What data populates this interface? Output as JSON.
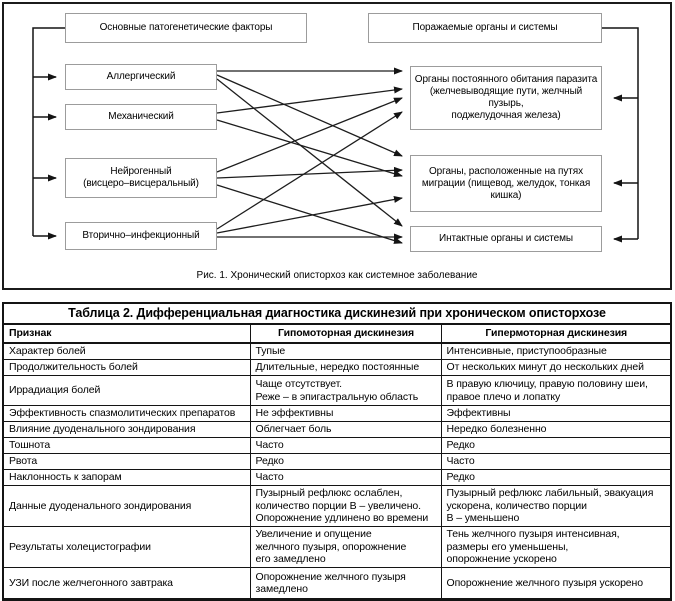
{
  "figure": {
    "caption": "Рис. 1. Хронический описторхоз как системное заболевание",
    "left_header": "Основные патогенетические факторы",
    "right_header": "Поражаемые органы и системы",
    "factors": [
      {
        "label": "Аллергический"
      },
      {
        "label": "Механический"
      },
      {
        "label": "Нейрогенный\n(висцеро–висцеральный)"
      },
      {
        "label": "Вторично–инфекционный"
      }
    ],
    "organs": [
      {
        "label": "Органы постоянного обитания паразита\n(желчевыводящие пути, желчный пузырь,\nподжелудочная железа)"
      },
      {
        "label": "Органы, расположенные на путях\nмиграции (пищевод, желудок, тонкая\nкишка)"
      },
      {
        "label": "Интактные органы и системы"
      }
    ],
    "connections": [
      {
        "from": "Аллергический",
        "to": "Органы постоянного обитания паразита"
      },
      {
        "from": "Аллергический",
        "to": "Органы, расположенные на путях миграции"
      },
      {
        "from": "Аллергический",
        "to": "Интактные органы и системы"
      },
      {
        "from": "Механический",
        "to": "Органы постоянного обитания паразита"
      },
      {
        "from": "Механический",
        "to": "Органы, расположенные на путях миграции"
      },
      {
        "from": "Нейрогенный (висцеро–висцеральный)",
        "to": "Органы постоянного обитания паразита"
      },
      {
        "from": "Нейрогенный (висцеро–висцеральный)",
        "to": "Органы, расположенные на путях миграции"
      },
      {
        "from": "Нейрогенный (висцеро–висцеральный)",
        "to": "Интактные органы и системы"
      },
      {
        "from": "Вторично–инфекционный",
        "to": "Органы постоянного обитания паразита"
      },
      {
        "from": "Вторично–инфекционный",
        "to": "Органы, расположенные на путях миграции"
      },
      {
        "from": "Вторично–инфекционный",
        "to": "Интактные органы и системы"
      }
    ]
  },
  "table": {
    "title": "Таблица 2. Дифференциальная диагностика дискинезий при хроническом описторхозе",
    "columns": [
      "Признак",
      "Гипомоторная дискинезия",
      "Гипермоторная дискинезия"
    ],
    "rows": [
      [
        "Характер болей",
        "Тупые",
        "Интенсивные, приступообразные"
      ],
      [
        "Продолжительность болей",
        "Длительные, нередко постоянные",
        "От нескольких минут до нескольких дней"
      ],
      [
        "Иррадиация болей",
        "Чаще отсутствует.\nРеже – в эпигастральную область",
        "В правую ключицу, правую половину шеи,\nправое плечо и лопатку"
      ],
      [
        "Эффективность спазмолитических препаратов",
        "Не эффективны",
        "Эффективны"
      ],
      [
        "Влияние дуоденального зондирования",
        "Облегчает боль",
        "Нередко болезненно"
      ],
      [
        "Тошнота",
        "Часто",
        "Редко"
      ],
      [
        "Рвота",
        "Редко",
        "Часто"
      ],
      [
        "Наклонность к запорам",
        "Часто",
        "Редко"
      ],
      [
        "Данные дуоденального зондирования",
        "Пузырный рефлюкс ослаблен,\nколичество порции В – увеличено.\nОпорожнение удлинено во времени",
        "Пузырный рефлюкс лабильный, эвакуация\nускорена, количество порции\nВ – уменьшено"
      ],
      [
        "Результаты холецистографии",
        "Увеличение и опущение\nжелчного пузыря, опорожнение\nего замедлено",
        "Тень желчного пузыря интенсивная,\nразмеры его уменьшены,\nопорожнение ускорено"
      ],
      [
        "УЗИ после желчегонного завтрака",
        "Опорожнение желчного пузыря\nзамедлено",
        "Опорожнение желчного пузыря ускорено"
      ]
    ]
  }
}
